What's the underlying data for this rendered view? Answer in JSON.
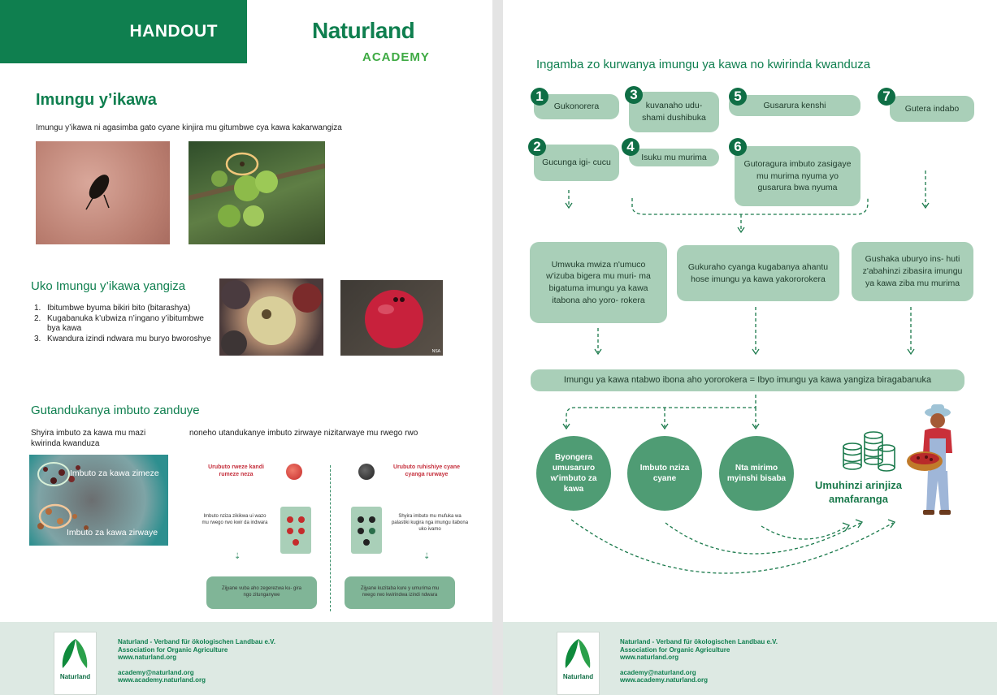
{
  "page1": {
    "handout": "HANDOUT",
    "brand": "Naturland",
    "academy": "ACADEMY",
    "title": "Imungu y’ikawa",
    "intro": "Imungu y’ikawa ni agasimba gato cyane kinjira mu gitumbwe cya kawa kakarwangiza",
    "damage_title": "Uko Imungu y’ikawa yangiza",
    "damage_list": [
      {
        "n": "1.",
        "text": "Ibitumbwe byuma bikiri bito (bitarashya)"
      },
      {
        "n": "2.",
        "text": "Kugabanuka k’ubwiza n’ingano y’ibitumbwe bya kawa"
      },
      {
        "n": "3.",
        "text": "Kwandura izindi ndwara mu buryo bworoshye"
      }
    ],
    "sort_title": "Gutandukanya imbuto zanduye",
    "sort_left": "Shyira imbuto za kawa mu mazi kwirinda kwanduza",
    "sort_right": "noneho utandukanye imbuto zirwaye nizitarwaye mu rwego rwo",
    "photo_label_top": "Imbuto za kawa zimeze",
    "photo_label_bottom": "Imbuto za kawa zirwaye",
    "good_title": "Urubuto rweze kandi rumeze neza",
    "bad_title": "Urubuto ruhishiye cyane cyanga rurwaye",
    "good_desc": "Imbuto nziza zikikwa ui wazo mu rwego rwo kwir da indwara",
    "bad_desc": "Shyira imbuto mu mufuka wa palastiki kugira nga imungu itabona uko ivamo",
    "good_result": "Zijyane vuba aho zegerezwa ku- gira ngo zitunganywe",
    "bad_result": "Zijyane kuzitaba kure y umurima mu rwego rwo kwirindwa izindi ndwara",
    "photo_tag": "NSA"
  },
  "page2": {
    "title": "Ingamba zo kurwanya imungu ya kawa no kwirinda kwanduza",
    "steps": [
      {
        "n": "1",
        "text": "Gukonorera"
      },
      {
        "n": "2",
        "text": "Gucunga igi- cucu"
      },
      {
        "n": "3",
        "text": "kuvanaho udu- shami dushibuka"
      },
      {
        "n": "4",
        "text": "Isuku mu murima"
      },
      {
        "n": "5",
        "text": "Gusarura kenshi"
      },
      {
        "n": "6",
        "text": "Gutoragura imbuto zasigaye mu murima nyuma yo gusarura bwa nyuma"
      },
      {
        "n": "7",
        "text": "Gutera indabo"
      }
    ],
    "effect_left": "Umwuka mwiza n'umuco w'izuba bigera mu muri- ma bigatuma imungu ya kawa itabona aho yoro- rokera",
    "effect_mid": "Gukuraho cyanga kugabanya ahantu hose imungu ya kawa yakororokera",
    "effect_right": "Gushaka uburyo ins- huti z'abahinzi zibasira imungu ya kawa ziba mu murima",
    "summary": "Imungu ya kawa ntabwo ibona aho yororokera = Ibyo imungu ya kawa yangiza biragabanuka",
    "outcomes": [
      "Byongera umusaruro w'imbuto za kawa",
      "Imbuto nziza cyane",
      "Nta mirimo myinshi bisaba"
    ],
    "farmer_income": "Umuhinzi arinjiza amafaranga"
  },
  "footer": {
    "org": "Naturland - Verband für ökologischen Landbau e.V.",
    "org_en": "Association for Organic Agriculture",
    "web1": "www.naturland.org",
    "email": "academy@naturland.org",
    "web2": "www.academy.naturland.org",
    "logo_text": "Naturland"
  },
  "colors": {
    "primary": "#0f7f4f",
    "accent": "#3eaa43",
    "pill": "#a9cfb8",
    "circle": "#4f9c74",
    "footer_bg": "#dde9e3"
  }
}
